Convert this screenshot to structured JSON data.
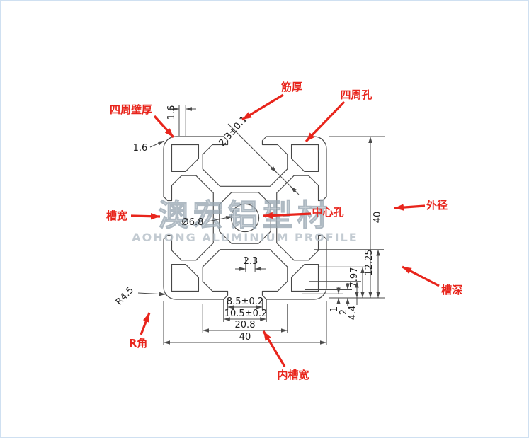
{
  "watermark": {
    "cn": "澳宏铝型材",
    "en": "AOHONG ALUMINIUM PROFILE"
  },
  "callouts": {
    "wall": "四周壁厚",
    "rib": "筋厚",
    "holes": "四周孔",
    "slot_width": "槽宽",
    "center_hole": "中心孔",
    "outer": "外径",
    "slot_depth": "槽深",
    "r_corner": "R角",
    "inner_slot_width": "内槽宽"
  },
  "dims": {
    "top_wall": "1.6",
    "left_wall": "1.6",
    "rib": "2.3±0.1",
    "center_bore": "Ø6.8",
    "height": "40",
    "slot_depth_total": "12.25",
    "slot_wall_depth": "7.97",
    "slot_full_width_depth": "4.4",
    "lip_depth": "2",
    "mouth_chamfer": "1",
    "center_web": "2.3",
    "slot_opening": "8.5±0.2",
    "slot_opening_outer": "10.5±0.2",
    "inner_slot": "20.8",
    "width": "40",
    "corner_radius": "R4.5"
  },
  "colors": {
    "callout_red": "#e8251c",
    "dimension_gray": "#4a4a4a",
    "outline_gray": "#474747",
    "watermark_silver": "#c0c9d0"
  }
}
